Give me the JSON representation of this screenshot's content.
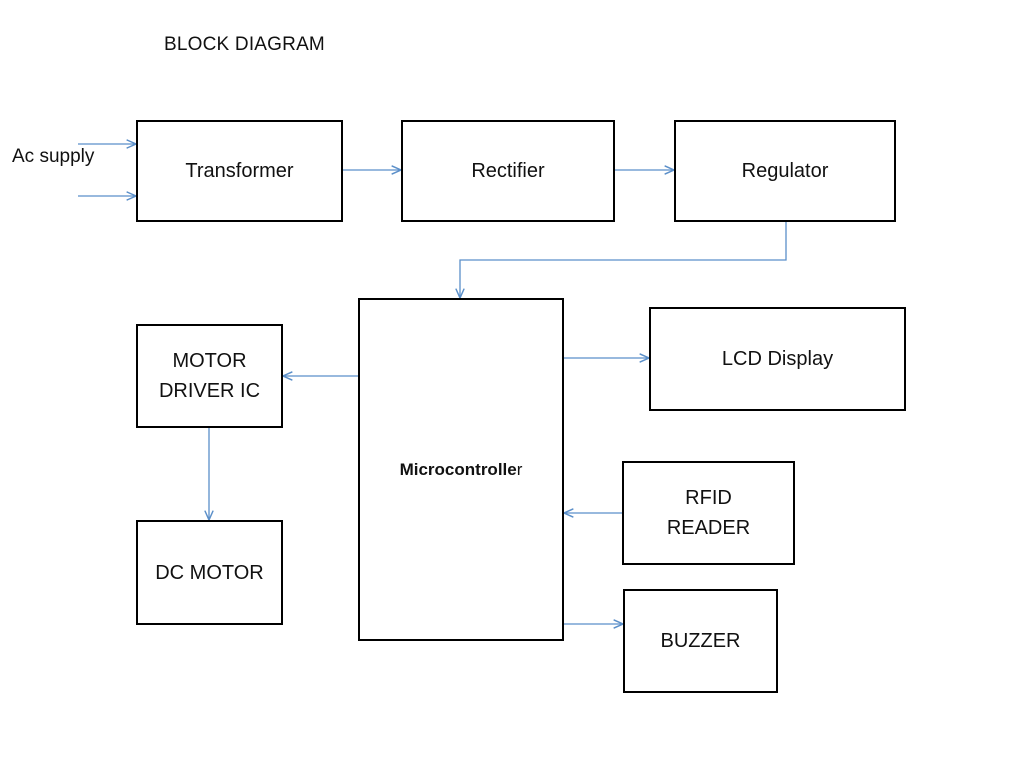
{
  "title": "BLOCK DIAGRAM",
  "input_label": "Ac  supply",
  "blocks": {
    "transformer": "Transformer",
    "rectifier": "Rectifier",
    "regulator": "Regulator",
    "microcontroller_bold": "Microcontrolle",
    "microcontroller_tail": "r",
    "motor_driver": "MOTOR\nDRIVER IC",
    "dc_motor": "DC MOTOR",
    "lcd": "LCD Display",
    "rfid": "RFID\nREADER",
    "buzzer": "BUZZER"
  },
  "colors": {
    "connector": "#5b8fc9",
    "block_border": "#000000"
  }
}
